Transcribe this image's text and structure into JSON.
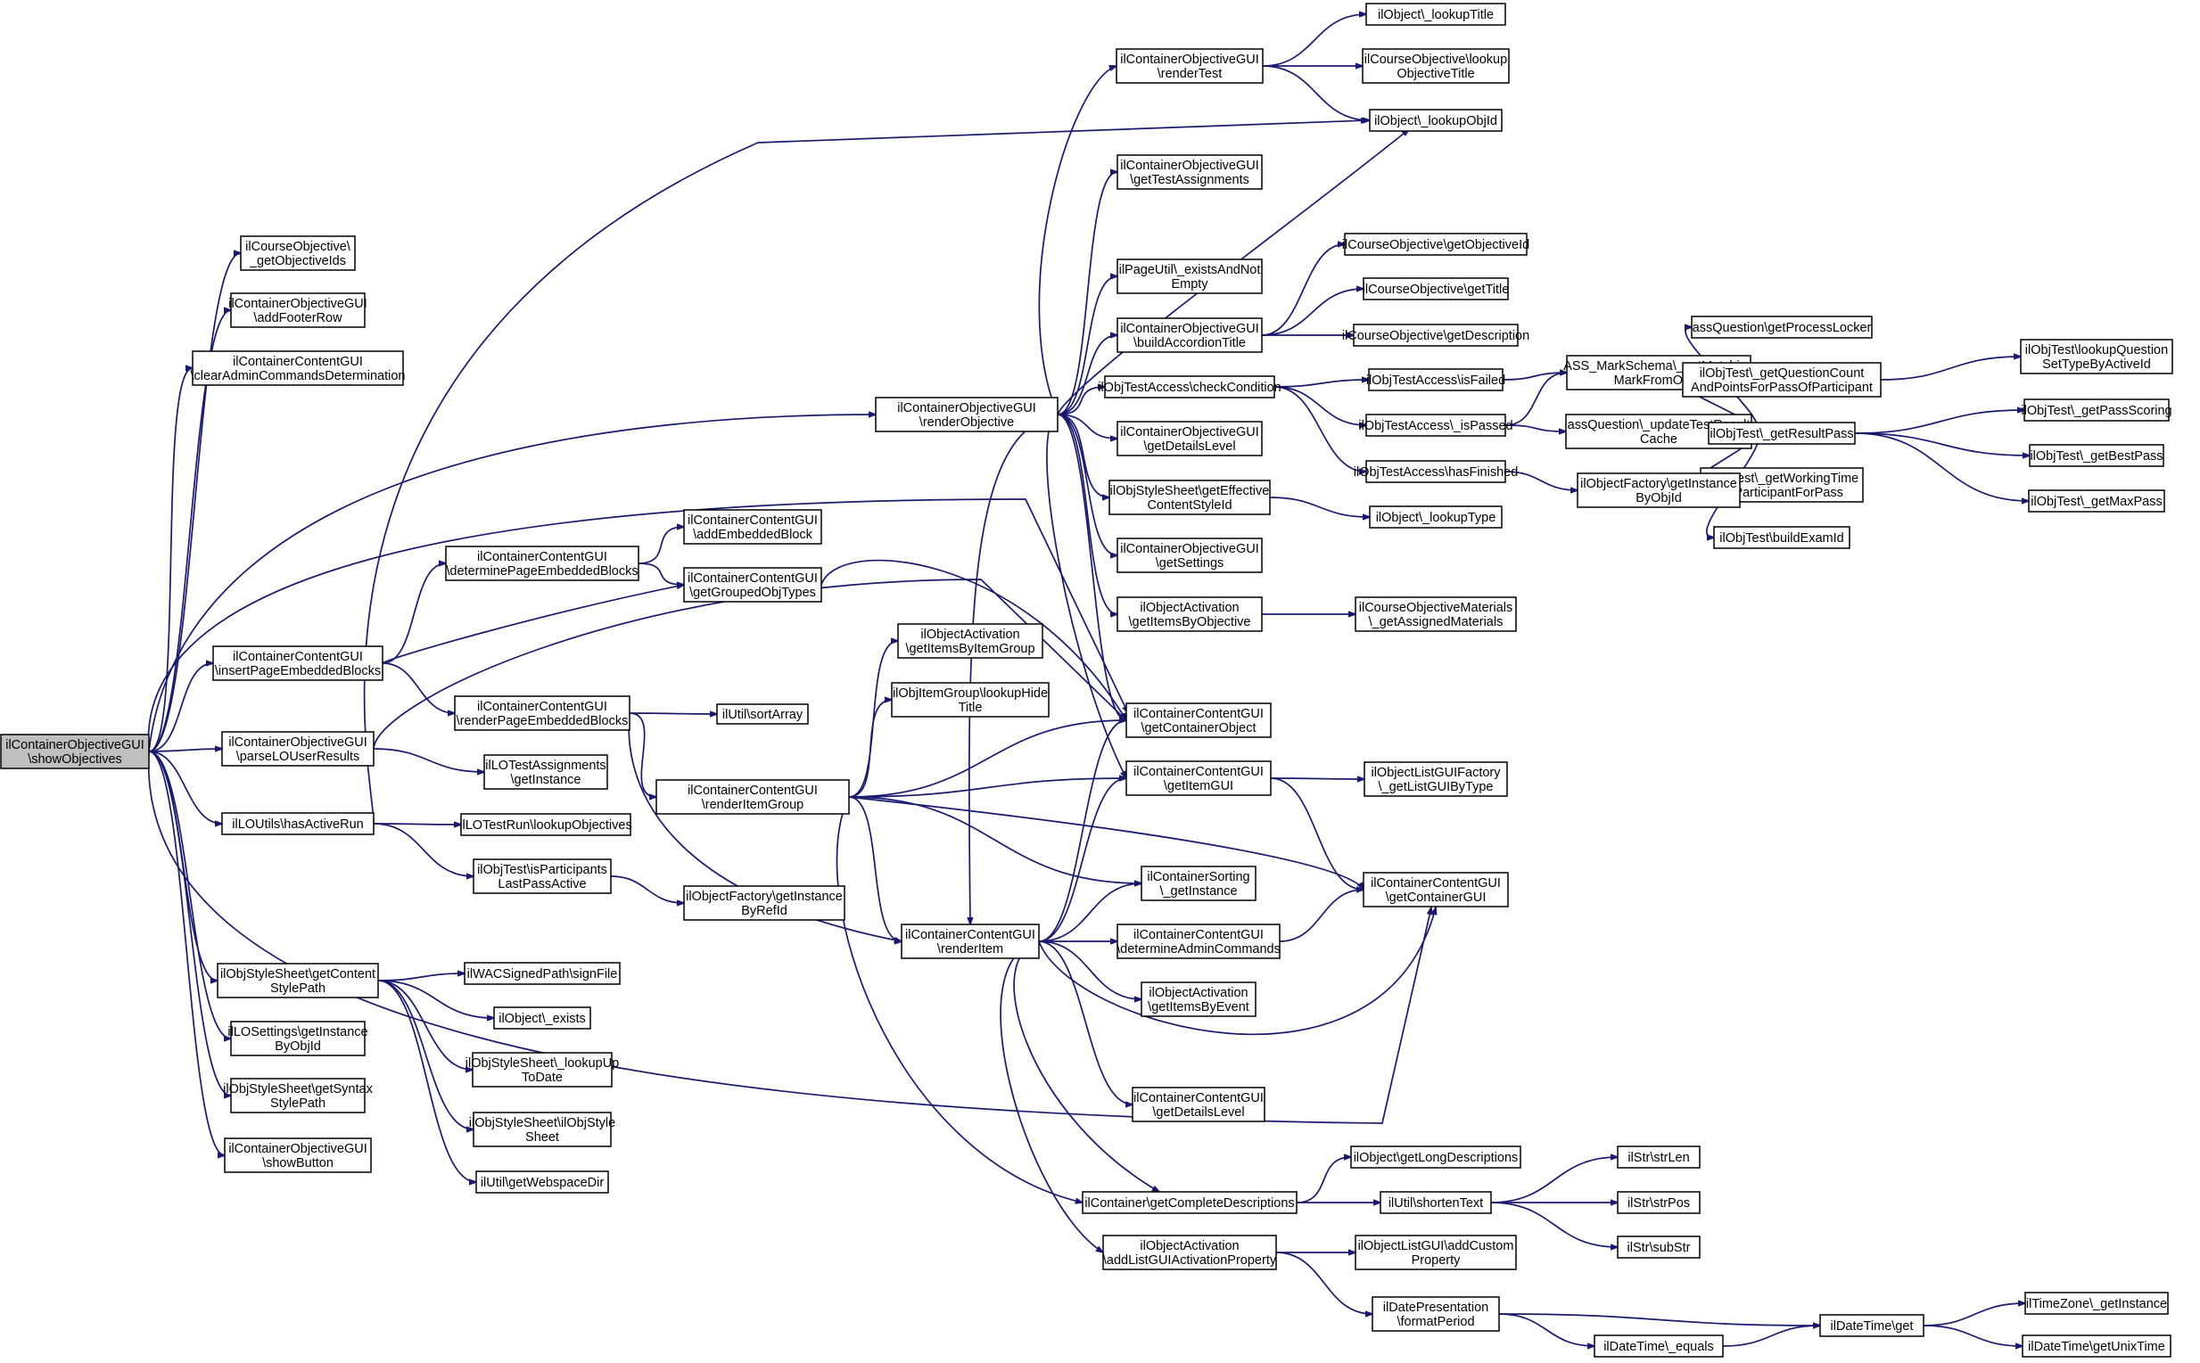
{
  "diagram": {
    "type": "call-graph",
    "colors": {
      "edge": "#191970",
      "root_fill": "#bfbfbf",
      "node_fill": "#ffffff",
      "node_border": "#000000"
    },
    "root": "n0",
    "nodes": [
      {
        "id": "n0",
        "lines": [
          "ilContainerObjectiveGUI",
          "\\showObjectives"
        ],
        "root": true
      },
      {
        "id": "n1",
        "lines": [
          "ilCourseObjective\\",
          "_getObjectiveIds"
        ]
      },
      {
        "id": "n2",
        "lines": [
          "ilContainerObjectiveGUI",
          "\\addFooterRow"
        ]
      },
      {
        "id": "n3",
        "lines": [
          "ilContainerContentGUI",
          "\\clearAdminCommandsDetermination"
        ]
      },
      {
        "id": "n4",
        "lines": [
          "ilContainerObjectiveGUI",
          "\\renderObjective"
        ]
      },
      {
        "id": "n5",
        "lines": [
          "ilContainerContentGUI",
          "\\determinePageEmbeddedBlocks"
        ]
      },
      {
        "id": "n6",
        "lines": [
          "ilContainerContentGUI",
          "\\addEmbeddedBlock"
        ]
      },
      {
        "id": "n7",
        "lines": [
          "ilContainerContentGUI",
          "\\getGroupedObjTypes"
        ]
      },
      {
        "id": "n8",
        "lines": [
          "ilContainerContentGUI",
          "\\insertPageEmbeddedBlocks"
        ]
      },
      {
        "id": "n9",
        "lines": [
          "ilContainerContentGUI",
          "\\renderPageEmbeddedBlocks"
        ]
      },
      {
        "id": "n10",
        "lines": [
          "ilUtil\\sortArray"
        ]
      },
      {
        "id": "n11",
        "lines": [
          "ilContainerObjectiveGUI",
          "\\parseLOUserResults"
        ]
      },
      {
        "id": "n12",
        "lines": [
          "ilLOTestAssignments",
          "\\getInstance"
        ]
      },
      {
        "id": "n13",
        "lines": [
          "ilLOUtils\\hasActiveRun"
        ]
      },
      {
        "id": "n14",
        "lines": [
          "ilLOTestRun\\lookupObjectives"
        ]
      },
      {
        "id": "n15",
        "lines": [
          "ilObjTest\\isParticipants",
          "LastPassActive"
        ]
      },
      {
        "id": "n16",
        "lines": [
          "ilObjectFactory\\getInstance",
          "ByRefId"
        ]
      },
      {
        "id": "n17",
        "lines": [
          "ilObjStyleSheet\\getContent",
          "StylePath"
        ]
      },
      {
        "id": "n18",
        "lines": [
          "ilWACSignedPath\\signFile"
        ]
      },
      {
        "id": "n19",
        "lines": [
          "ilObject\\_exists"
        ]
      },
      {
        "id": "n20",
        "lines": [
          "ilObjStyleSheet\\_lookupUp",
          "ToDate"
        ]
      },
      {
        "id": "n21",
        "lines": [
          "ilObjStyleSheet\\ilObjStyle",
          "Sheet"
        ]
      },
      {
        "id": "n22",
        "lines": [
          "ilUtil\\getWebspaceDir"
        ]
      },
      {
        "id": "n23",
        "lines": [
          "ilLOSettings\\getInstance",
          "ByObjId"
        ]
      },
      {
        "id": "n24",
        "lines": [
          "ilObjStyleSheet\\getSyntax",
          "StylePath"
        ]
      },
      {
        "id": "n25",
        "lines": [
          "ilContainerObjectiveGUI",
          "\\showButton"
        ]
      },
      {
        "id": "n26",
        "lines": [
          "ilContainerObjectiveGUI",
          "\\renderTest"
        ]
      },
      {
        "id": "n27",
        "lines": [
          "ilObject\\_lookupTitle"
        ]
      },
      {
        "id": "n28",
        "lines": [
          "ilCourseObjective\\lookup",
          "ObjectiveTitle"
        ]
      },
      {
        "id": "n29",
        "lines": [
          "ilObject\\_lookupObjId"
        ]
      },
      {
        "id": "n30",
        "lines": [
          "ilContainerObjectiveGUI",
          "\\getTestAssignments"
        ]
      },
      {
        "id": "n31",
        "lines": [
          "ilPageUtil\\_existsAndNot",
          "Empty"
        ]
      },
      {
        "id": "n32",
        "lines": [
          "ilContainerObjectiveGUI",
          "\\buildAccordionTitle"
        ]
      },
      {
        "id": "n33",
        "lines": [
          "ilCourseObjective\\getObjectiveId"
        ]
      },
      {
        "id": "n34",
        "lines": [
          "ilCourseObjective\\getTitle"
        ]
      },
      {
        "id": "n35",
        "lines": [
          "ilCourseObjective\\getDescription"
        ]
      },
      {
        "id": "n36",
        "lines": [
          "ilObjTestAccess\\checkCondition"
        ]
      },
      {
        "id": "n37",
        "lines": [
          "ilObjTestAccess\\isFailed"
        ]
      },
      {
        "id": "n38",
        "lines": [
          "ilObjTestAccess\\_isPassed"
        ]
      },
      {
        "id": "n39",
        "lines": [
          "ilObjTestAccess\\hasFinished"
        ]
      },
      {
        "id": "n40",
        "lines": [
          "ASS_MarkSchema\\_getMatching",
          "MarkFromObjId"
        ]
      },
      {
        "id": "n41",
        "lines": [
          "assQuestion\\_updateTestResult",
          "Cache"
        ]
      },
      {
        "id": "n42",
        "lines": [
          "assQuestion\\getProcessLocker"
        ]
      },
      {
        "id": "n43",
        "lines": [
          "ilObjTest\\_getQuestionCount",
          "AndPointsForPassOfParticipant"
        ]
      },
      {
        "id": "n44",
        "lines": [
          "ilObjTest\\lookupQuestion",
          "SetTypeByActiveId"
        ]
      },
      {
        "id": "n45",
        "lines": [
          "ilObjTest\\_getResultPass"
        ]
      },
      {
        "id": "n46",
        "lines": [
          "ilObjTest\\_getPassScoring"
        ]
      },
      {
        "id": "n47",
        "lines": [
          "ilObjTest\\_getBestPass"
        ]
      },
      {
        "id": "n48",
        "lines": [
          "ilObjTest\\_getMaxPass"
        ]
      },
      {
        "id": "n49",
        "lines": [
          "ilObjTest\\_getWorkingTime",
          "OfParticipantForPass"
        ]
      },
      {
        "id": "n50",
        "lines": [
          "ilObjTest\\buildExamId"
        ]
      },
      {
        "id": "n51",
        "lines": [
          "ilObjectFactory\\getInstance",
          "ByObjId"
        ]
      },
      {
        "id": "n52",
        "lines": [
          "ilContainerObjectiveGUI",
          "\\getDetailsLevel"
        ]
      },
      {
        "id": "n53",
        "lines": [
          "ilObjStyleSheet\\getEffective",
          "ContentStyleId"
        ]
      },
      {
        "id": "n54",
        "lines": [
          "ilObject\\_lookupType"
        ]
      },
      {
        "id": "n55",
        "lines": [
          "ilContainerObjectiveGUI",
          "\\getSettings"
        ]
      },
      {
        "id": "n56",
        "lines": [
          "ilObjectActivation",
          "\\getItemsByObjective"
        ]
      },
      {
        "id": "n57",
        "lines": [
          "ilCourseObjectiveMaterials",
          "\\_getAssignedMaterials"
        ]
      },
      {
        "id": "n58",
        "lines": [
          "ilObjectActivation",
          "\\getItemsByItemGroup"
        ]
      },
      {
        "id": "n59",
        "lines": [
          "ilObjItemGroup\\lookupHide",
          "Title"
        ]
      },
      {
        "id": "n60",
        "lines": [
          "ilContainerContentGUI",
          "\\renderItemGroup"
        ]
      },
      {
        "id": "n61",
        "lines": [
          "ilContainerContentGUI",
          "\\getContainerObject"
        ]
      },
      {
        "id": "n62",
        "lines": [
          "ilContainerContentGUI",
          "\\getItemGUI"
        ]
      },
      {
        "id": "n63",
        "lines": [
          "ilObjectListGUIFactory",
          "\\_getListGUIByType"
        ]
      },
      {
        "id": "n64",
        "lines": [
          "ilContainerSorting",
          "\\_getInstance"
        ]
      },
      {
        "id": "n65",
        "lines": [
          "ilContainerContentGUI",
          "\\getContainerGUI"
        ]
      },
      {
        "id": "n66",
        "lines": [
          "ilContainerContentGUI",
          "\\renderItem"
        ]
      },
      {
        "id": "n67",
        "lines": [
          "ilContainerContentGUI",
          "\\determineAdminCommands"
        ]
      },
      {
        "id": "n68",
        "lines": [
          "ilObjectActivation",
          "\\getItemsByEvent"
        ]
      },
      {
        "id": "n69",
        "lines": [
          "ilContainerContentGUI",
          "\\getDetailsLevel"
        ]
      },
      {
        "id": "n70",
        "lines": [
          "ilObject\\getLongDescriptions"
        ]
      },
      {
        "id": "n71",
        "lines": [
          "ilContainer\\getCompleteDescriptions"
        ]
      },
      {
        "id": "n72",
        "lines": [
          "ilUtil\\shortenText"
        ]
      },
      {
        "id": "n73",
        "lines": [
          "ilStr\\strLen"
        ]
      },
      {
        "id": "n74",
        "lines": [
          "ilStr\\strPos"
        ]
      },
      {
        "id": "n75",
        "lines": [
          "ilStr\\subStr"
        ]
      },
      {
        "id": "n76",
        "lines": [
          "ilObjectActivation",
          "\\addListGUIActivationProperty"
        ]
      },
      {
        "id": "n77",
        "lines": [
          "ilObjectListGUI\\addCustom",
          "Property"
        ]
      },
      {
        "id": "n78",
        "lines": [
          "ilDatePresentation",
          "\\formatPeriod"
        ]
      },
      {
        "id": "n79",
        "lines": [
          "ilDateTime\\get"
        ]
      },
      {
        "id": "n80",
        "lines": [
          "ilDateTime\\_equals"
        ]
      },
      {
        "id": "n81",
        "lines": [
          "ilTimeZone\\_getInstance"
        ]
      },
      {
        "id": "n82",
        "lines": [
          "ilDateTime\\getUnixTime"
        ]
      }
    ],
    "edges": [
      [
        "n0",
        "n1"
      ],
      [
        "n0",
        "n2"
      ],
      [
        "n0",
        "n3"
      ],
      [
        "n0",
        "n4"
      ],
      [
        "n0",
        "n8"
      ],
      [
        "n0",
        "n11"
      ],
      [
        "n0",
        "n13"
      ],
      [
        "n0",
        "n17"
      ],
      [
        "n0",
        "n23"
      ],
      [
        "n0",
        "n24"
      ],
      [
        "n0",
        "n25"
      ],
      [
        "n0",
        "n61"
      ],
      [
        "n0",
        "n65"
      ],
      [
        "n4",
        "n26"
      ],
      [
        "n4",
        "n29"
      ],
      [
        "n4",
        "n30"
      ],
      [
        "n4",
        "n31"
      ],
      [
        "n4",
        "n32"
      ],
      [
        "n4",
        "n36"
      ],
      [
        "n4",
        "n52"
      ],
      [
        "n4",
        "n53"
      ],
      [
        "n4",
        "n55"
      ],
      [
        "n4",
        "n56"
      ],
      [
        "n4",
        "n61"
      ],
      [
        "n4",
        "n62"
      ],
      [
        "n4",
        "n66"
      ],
      [
        "n26",
        "n27"
      ],
      [
        "n26",
        "n28"
      ],
      [
        "n26",
        "n29"
      ],
      [
        "n32",
        "n33"
      ],
      [
        "n32",
        "n34"
      ],
      [
        "n32",
        "n35"
      ],
      [
        "n36",
        "n37"
      ],
      [
        "n36",
        "n38"
      ],
      [
        "n36",
        "n39"
      ],
      [
        "n37",
        "n40"
      ],
      [
        "n38",
        "n40"
      ],
      [
        "n38",
        "n41"
      ],
      [
        "n39",
        "n51"
      ],
      [
        "n41",
        "n42"
      ],
      [
        "n41",
        "n43"
      ],
      [
        "n41",
        "n45"
      ],
      [
        "n41",
        "n49"
      ],
      [
        "n41",
        "n50"
      ],
      [
        "n43",
        "n44"
      ],
      [
        "n45",
        "n46"
      ],
      [
        "n45",
        "n47"
      ],
      [
        "n45",
        "n48"
      ],
      [
        "n53",
        "n54"
      ],
      [
        "n56",
        "n57"
      ],
      [
        "n8",
        "n5"
      ],
      [
        "n8",
        "n7"
      ],
      [
        "n8",
        "n9"
      ],
      [
        "n5",
        "n6"
      ],
      [
        "n5",
        "n7"
      ],
      [
        "n7",
        "n61"
      ],
      [
        "n9",
        "n10"
      ],
      [
        "n9",
        "n60"
      ],
      [
        "n9",
        "n66"
      ],
      [
        "n11",
        "n12"
      ],
      [
        "n11",
        "n61"
      ],
      [
        "n13",
        "n14"
      ],
      [
        "n13",
        "n15"
      ],
      [
        "n13",
        "n29"
      ],
      [
        "n15",
        "n16"
      ],
      [
        "n17",
        "n18"
      ],
      [
        "n17",
        "n19"
      ],
      [
        "n17",
        "n20"
      ],
      [
        "n17",
        "n21"
      ],
      [
        "n17",
        "n22"
      ],
      [
        "n60",
        "n58"
      ],
      [
        "n60",
        "n59"
      ],
      [
        "n60",
        "n61"
      ],
      [
        "n60",
        "n62"
      ],
      [
        "n60",
        "n64"
      ],
      [
        "n60",
        "n65"
      ],
      [
        "n60",
        "n66"
      ],
      [
        "n60",
        "n71"
      ],
      [
        "n62",
        "n63"
      ],
      [
        "n62",
        "n65"
      ],
      [
        "n66",
        "n61"
      ],
      [
        "n66",
        "n62"
      ],
      [
        "n66",
        "n64"
      ],
      [
        "n66",
        "n65"
      ],
      [
        "n66",
        "n67"
      ],
      [
        "n66",
        "n68"
      ],
      [
        "n66",
        "n69"
      ],
      [
        "n66",
        "n71"
      ],
      [
        "n66",
        "n76"
      ],
      [
        "n67",
        "n65"
      ],
      [
        "n71",
        "n70"
      ],
      [
        "n71",
        "n72"
      ],
      [
        "n72",
        "n73"
      ],
      [
        "n72",
        "n74"
      ],
      [
        "n72",
        "n75"
      ],
      [
        "n76",
        "n77"
      ],
      [
        "n76",
        "n78"
      ],
      [
        "n78",
        "n79"
      ],
      [
        "n78",
        "n80"
      ],
      [
        "n80",
        "n79"
      ],
      [
        "n79",
        "n81"
      ],
      [
        "n79",
        "n82"
      ]
    ]
  }
}
